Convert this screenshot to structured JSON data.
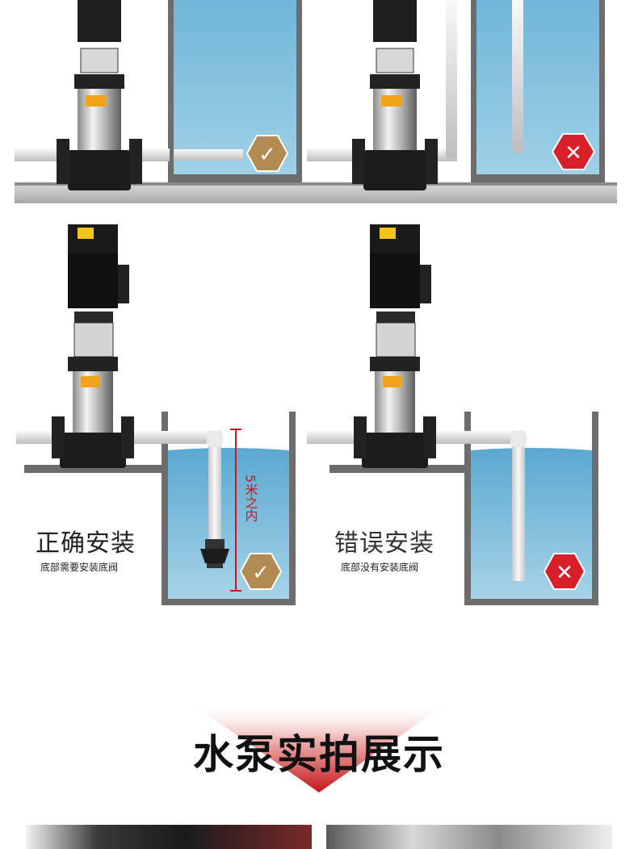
{
  "panels": {
    "correct": {
      "title": "正确安装",
      "subtitle": "底部需要安装底阀",
      "depth_label": "5米之内",
      "badge": "✓"
    },
    "wrong": {
      "title": "错误安装",
      "subtitle": "底部没有安装底阀",
      "badge": "✕"
    },
    "top_correct_badge": "✓",
    "top_wrong_badge": "✕"
  },
  "section": {
    "title": "水泵实拍展示"
  },
  "colors": {
    "water": "#8fc7df",
    "water_deep": "#5aa8d0",
    "tank_frame": "#666666",
    "pipe": "#e8e8e8",
    "check_badge": "#b38a52",
    "cross_badge": "#d8202a",
    "accent_red": "#d0161a"
  }
}
